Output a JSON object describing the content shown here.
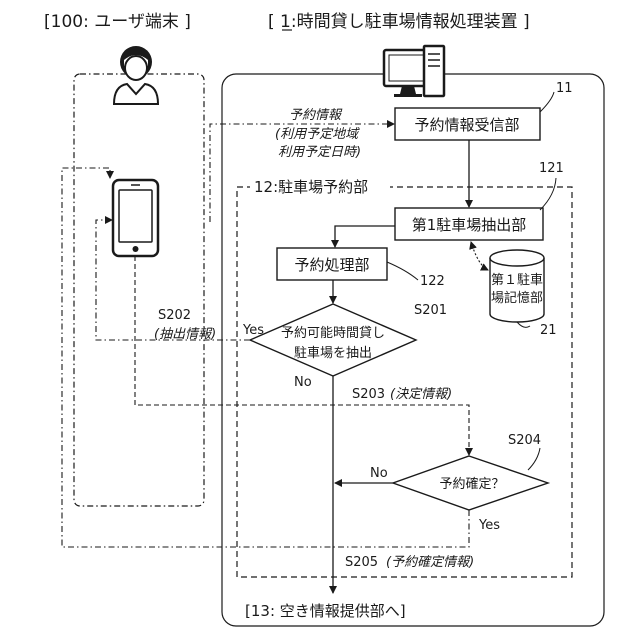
{
  "headers": {
    "terminal": "[100: ユーザ端末 ]",
    "device": "[ 1:時間貸し駐車場情報処理装置 ]"
  },
  "labels": {
    "reservation_info": "予約情報",
    "area": "(利用予定地域",
    "datetime": "利用予定日時)",
    "ref_11": "11",
    "ref_121": "121",
    "ref_122": "122",
    "ref_21": "21",
    "group": "12:駐車場予約部",
    "s201": "S201",
    "s202": "S202",
    "s202_note": "(抽出情報)",
    "s203": "S203",
    "s203_note": "(決定情報)",
    "s204": "S204",
    "s205": "S205",
    "s205_note": "(予約確定情報)",
    "yes_left": "Yes",
    "no_down": "No",
    "no_left": "No",
    "yes_down": "Yes",
    "footer": "[13: 空き情報提供部へ]"
  },
  "boxes": {
    "receiver": "予約情報受信部",
    "extractor": "第1駐車場抽出部",
    "processor": "予約処理部",
    "storage_line1": "第１駐車",
    "storage_line2": "場記憶部"
  },
  "decisions": {
    "d1_line1": "予約可能時間貸し",
    "d1_line2": "駐車場を抽出",
    "d2": "予約確定？"
  }
}
